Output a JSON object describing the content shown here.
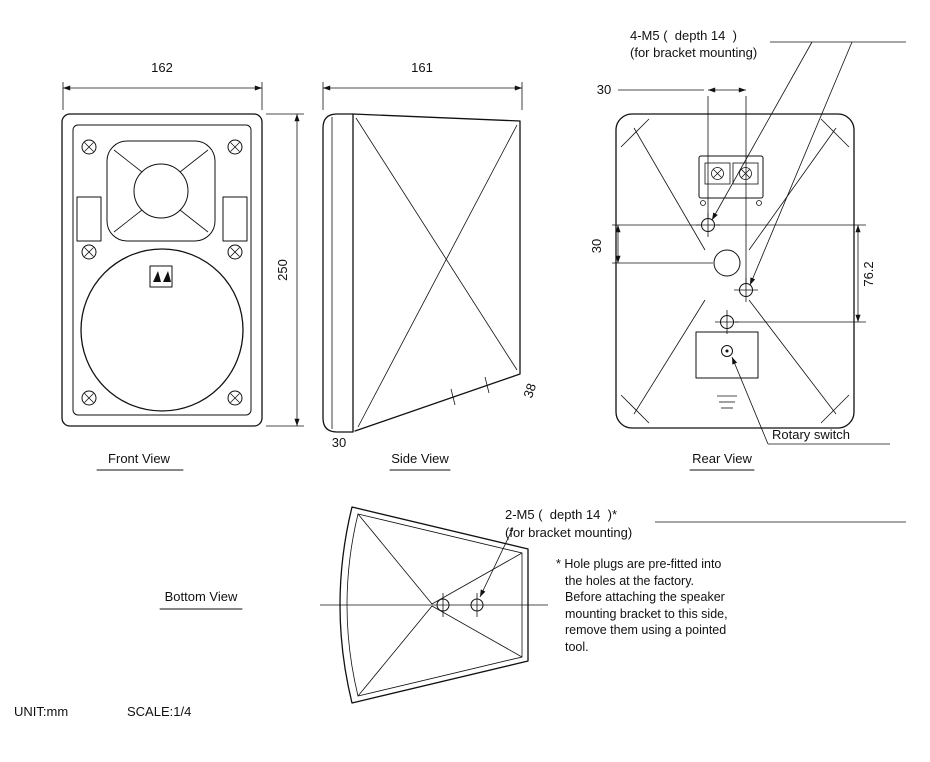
{
  "drawing_title": "Speaker dimensional drawing (orthographic views)",
  "colors": {
    "line": "#111111",
    "background": "#ffffff"
  },
  "views": {
    "front": {
      "label": "Front View",
      "width_dim": "162",
      "height_dim": "250"
    },
    "side": {
      "label": "Side View",
      "depth_dim": "161",
      "front_depth_dim": "30",
      "back_depth_dim": "38"
    },
    "rear": {
      "label": "Rear View",
      "hole_spacing_top": "30",
      "hole_spacing_left": "30",
      "hole_spacing_right": "76.2",
      "callout": {
        "line1": "4-M5 (  depth 14  )",
        "line2": "(for bracket mounting)"
      },
      "rotary_label": "Rotary switch"
    },
    "bottom": {
      "label": "Bottom View",
      "callout": {
        "line1": "2-M5 (  depth 14  )*",
        "line2": "(for bracket mounting)"
      }
    }
  },
  "note": {
    "lines": [
      "* Hole plugs are pre-fitted into",
      "the holes at the factory.",
      "Before attaching the speaker",
      "mounting bracket to this side,",
      "remove them using a pointed",
      "tool."
    ]
  },
  "footer": {
    "unit": "UNIT:mm",
    "scale": "SCALE:1/4"
  }
}
